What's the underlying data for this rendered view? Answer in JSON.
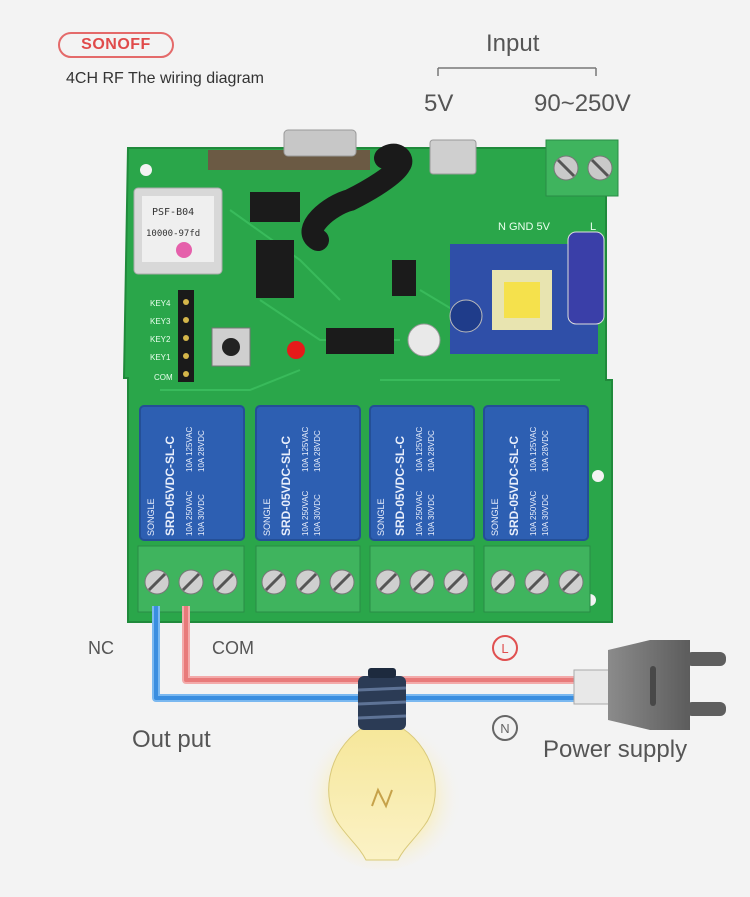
{
  "header": {
    "brand": "SONOFF",
    "subtitle": "4CH RF The wiring diagram"
  },
  "input": {
    "title": "Input",
    "low_voltage": "5V",
    "high_voltage": "90~250V"
  },
  "terminals": {
    "n_gnd_5v": "N GND 5V",
    "l": "L"
  },
  "module": {
    "label_line1": "PSF-B04",
    "label_line2": "10000-97fd"
  },
  "keys": [
    "KEY4",
    "KEY3",
    "KEY2",
    "KEY1",
    "COM"
  ],
  "relays": [
    {
      "brand": "SONGLE",
      "model": "SRD-05VDC-SL-C",
      "rating1": "10A 250VAC",
      "rating2": "10A 125VAC",
      "rating3": "10A 30VDC",
      "rating4": "10A 28VDC"
    },
    {
      "brand": "SONGLE",
      "model": "SRD-05VDC-SL-C",
      "rating1": "10A 250VAC",
      "rating2": "10A 125VAC",
      "rating3": "10A 30VDC",
      "rating4": "10A 28VDC"
    },
    {
      "brand": "SONGLE",
      "model": "SRD-05VDC-SL-C",
      "rating1": "10A 250VAC",
      "rating2": "10A 125VAC",
      "rating3": "10A 30VDC",
      "rating4": "10A 28VDC"
    },
    {
      "brand": "SONGLE",
      "model": "SRD-05VDC-SL-C",
      "rating1": "10A 250VAC",
      "rating2": "10A 125VAC",
      "rating3": "10A 30VDC",
      "rating4": "10A 28VDC"
    }
  ],
  "wiring": {
    "nc": "NC",
    "com": "COM",
    "live_symbol": "L",
    "neutral_symbol": "N",
    "output": "Out put",
    "power": "Power supply"
  },
  "colors": {
    "pcb": "#2aa64a",
    "relay": "#2d5fb2",
    "terminal": "#3fb45e",
    "wire_live": "#e87a7a",
    "wire_neutral": "#3a8ee0"
  }
}
